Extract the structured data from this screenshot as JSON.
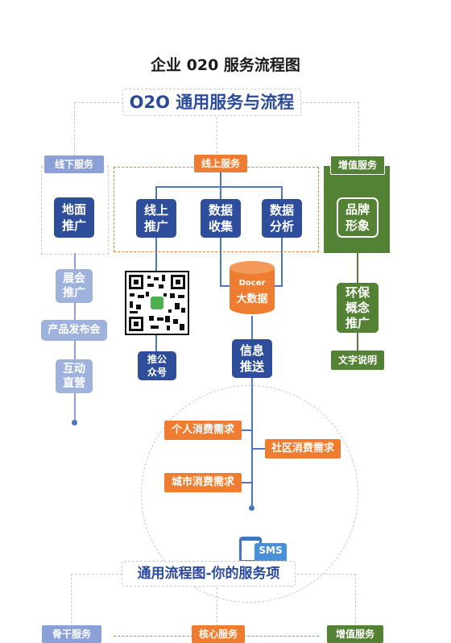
{
  "title": "企业 020 服务流程图",
  "section1": {
    "header": "O2O 通用服务与流程",
    "offline_tag": "线下服务",
    "online_tag": "线上服务",
    "value_tag": "增值服务",
    "offline_main": [
      "地面",
      "推广"
    ],
    "online_nodes": [
      {
        "l1": "线上",
        "l2": "推广"
      },
      {
        "l1": "数据",
        "l2": "收集"
      },
      {
        "l1": "数据",
        "l2": "分析"
      }
    ],
    "value_main": [
      "品牌",
      "形象"
    ],
    "offline_items": [
      {
        "l1": "展会",
        "l2": "推广"
      },
      {
        "l1": "产品发布会",
        "l2": ""
      },
      {
        "l1": "互动",
        "l2": "直营"
      }
    ],
    "wechat": [
      "推公",
      "众号"
    ],
    "db": [
      "Docer",
      "大数据"
    ],
    "push": [
      "信息",
      "推送"
    ],
    "value_sub": [
      "环保",
      "概念",
      "推广"
    ],
    "value_note": "文字说明",
    "demands": [
      "个人消费需求",
      "社区消费需求",
      "城市消费需求"
    ]
  },
  "section2": {
    "sms": "SMS",
    "header": "通用流程图-你的服务项",
    "tags": [
      "骨干服务",
      "核心服务",
      "增值服务"
    ]
  },
  "colors": {
    "navy": "#2e4e9b",
    "orange": "#ee7d31",
    "green": "#548235",
    "light_blue": "#9fb2de"
  }
}
